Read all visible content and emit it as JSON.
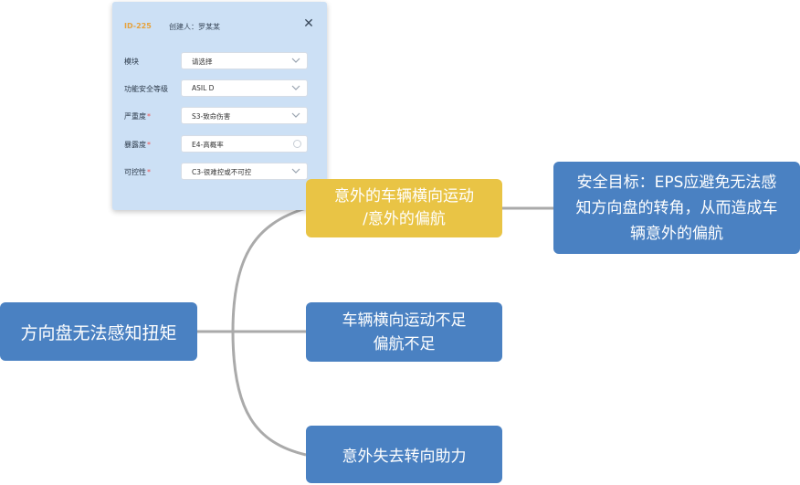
{
  "panel": {
    "id_label": "ID-225",
    "creator_label": "创建人：罗某某",
    "close_icon": "close-icon",
    "fields": [
      {
        "label": "模块",
        "required": false,
        "value": "请选择",
        "control": "select"
      },
      {
        "label": "功能安全等级",
        "required": false,
        "value": "ASIL D",
        "control": "select"
      },
      {
        "label": "严重度",
        "required": true,
        "value": "S3-致命伤害",
        "control": "select"
      },
      {
        "label": "暴露度",
        "required": true,
        "value": "E4-高概率",
        "control": "clearable"
      },
      {
        "label": "可控性",
        "required": true,
        "value": "C3-很难控或不可控",
        "control": "select"
      }
    ],
    "required_mark": "*"
  },
  "mindmap": {
    "root": {
      "lines": [
        "方向盘无法感知扭矩"
      ]
    },
    "branches": [
      {
        "lines": [
          "意外的车辆横向运动",
          "/意外的偏航"
        ],
        "highlight": true
      },
      {
        "lines": [
          "车辆横向运动不足",
          "偏航不足"
        ],
        "highlight": false
      },
      {
        "lines": [
          "意外失去转向助力"
        ],
        "highlight": false
      }
    ],
    "safety_goal": {
      "lines": [
        "安全目标：EPS应避免无法感",
        "知方向盘的转角，从而造成车",
        "辆意外的偏航"
      ]
    }
  },
  "colors": {
    "node_blue": "#4a81c2",
    "node_highlight": "#e9c445",
    "connector": "#aaaaaa",
    "panel_bg": "#cce0f5",
    "id_accent": "#e6a23c"
  }
}
